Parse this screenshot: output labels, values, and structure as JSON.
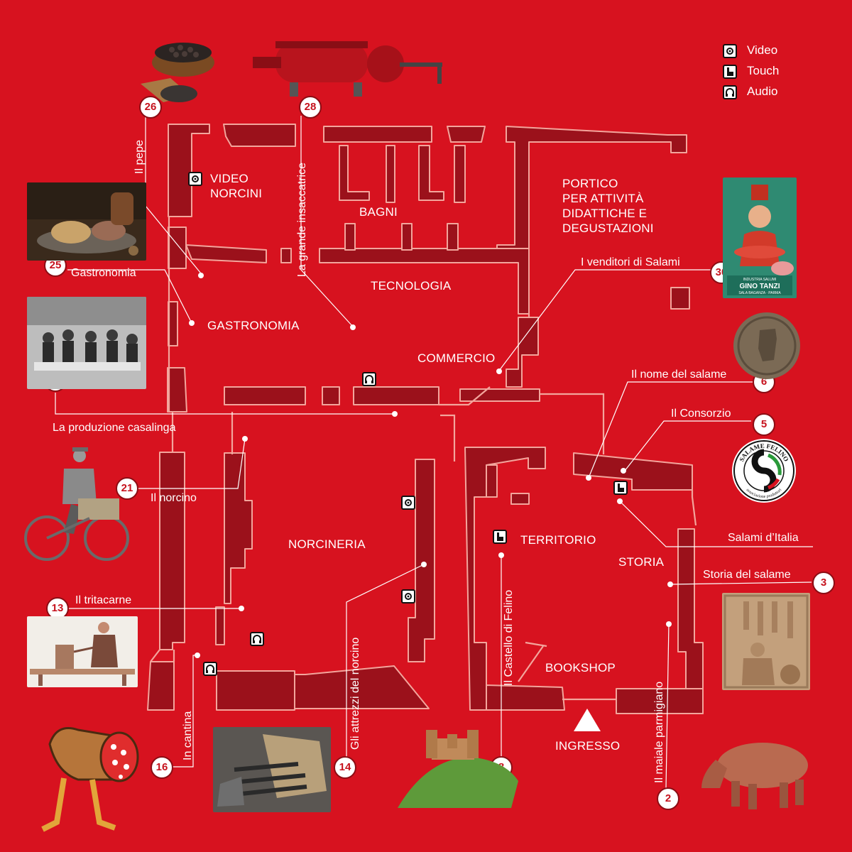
{
  "legend": {
    "video": "Video",
    "touch": "Touch",
    "audio": "Audio"
  },
  "rooms": {
    "video_norcini": "VIDEO\nNORCINI",
    "bagni": "BAGNI",
    "portico": "PORTICO\nPER ATTIVITÀ\nDIDATTICHE E\nDEGUSTAZIONI",
    "tecnologia": "TECNOLOGIA",
    "gastronomia": "GASTRONOMIA",
    "commercio": "COMMERCIO",
    "norcineria": "NORCINERIA",
    "territorio": "TERRITORIO",
    "storia": "STORIA",
    "bookshop": "BOOKSHOP",
    "ingresso": "INGRESSO"
  },
  "callouts": [
    {
      "id": "c26",
      "number": "26",
      "label": "Il pepe"
    },
    {
      "id": "c28",
      "number": "28",
      "label": "La grande insaccatrice"
    },
    {
      "id": "c25",
      "number": "25",
      "label": "Gastronomia"
    },
    {
      "id": "c13a",
      "number": "13",
      "label": "La produzione casalinga"
    },
    {
      "id": "c30",
      "number": "30",
      "label": "I venditori di Salami"
    },
    {
      "id": "c6",
      "number": "6",
      "label": "Il nome del salame"
    },
    {
      "id": "c5",
      "number": "5",
      "label": "Il Consorzio"
    },
    {
      "id": "c21",
      "number": "21",
      "label": "Il norcino"
    },
    {
      "id": "csi",
      "number": "",
      "label": "Salami d’Italia"
    },
    {
      "id": "c3",
      "number": "3",
      "label": "Storia del salame"
    },
    {
      "id": "c13b",
      "number": "13",
      "label": "Il tritacarne"
    },
    {
      "id": "c16",
      "number": "16",
      "label": "In cantina"
    },
    {
      "id": "c14",
      "number": "14",
      "label": "Gli attrezzi del norcino"
    },
    {
      "id": "c8",
      "number": "8",
      "label": "Il Castello di Felino"
    },
    {
      "id": "c2",
      "number": "2",
      "label": "Il maiale parmigiano"
    }
  ],
  "badges": {
    "poster": {
      "line1": "INDUSTRIA SALUMI",
      "line2": "GINO TANZI",
      "line3": "SALA BAGANZA · PARMA"
    },
    "seal": {
      "top": "SALAME FELINO",
      "bottom": "associazione produttori"
    }
  },
  "colors": {
    "background": "#d7121f",
    "walls": "#9b111b",
    "wall_outline": "#f3a59c",
    "text": "#ffffff",
    "badge_text": "#c6121d"
  },
  "icons": {
    "video": "video-icon",
    "touch": "touch-icon",
    "audio": "audio-icon",
    "entrance": "entrance-triangle-icon"
  }
}
